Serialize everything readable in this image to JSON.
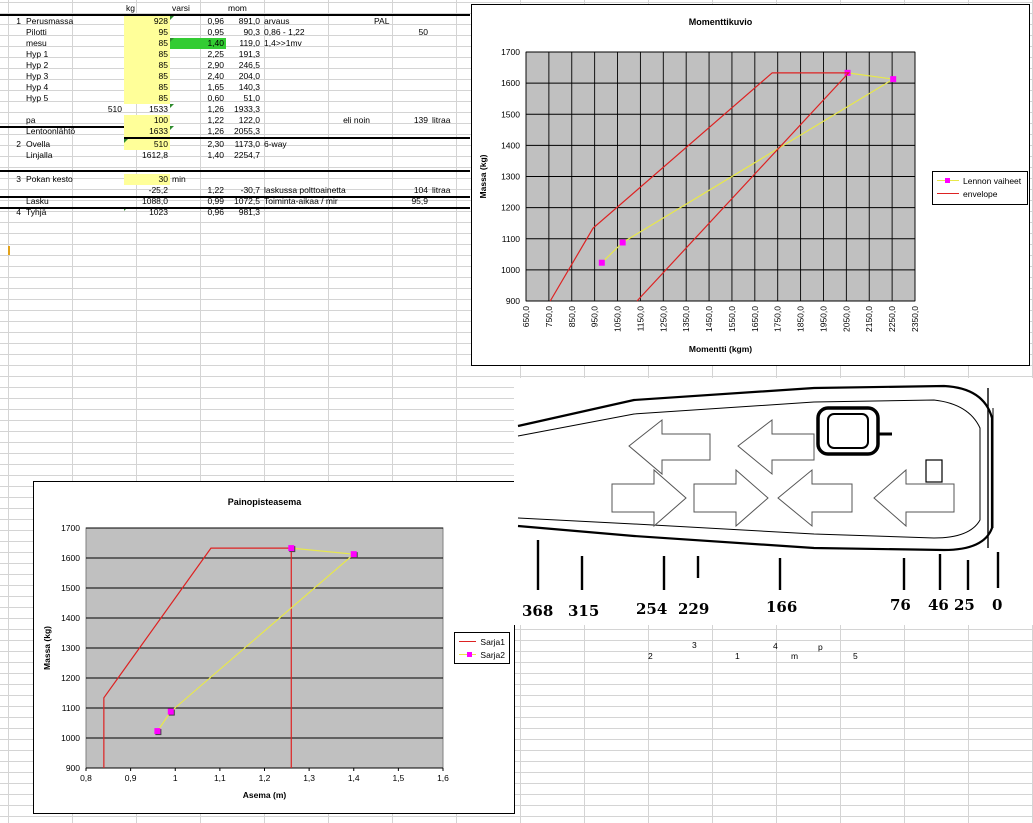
{
  "header": {
    "kg": "kg",
    "varsi": "varsi",
    "mom": "mom"
  },
  "rows": [
    {
      "num": "1",
      "label": "Perusmassa",
      "kg": "928",
      "varsi": "0,96",
      "mom": "891,0",
      "note": "arvaus",
      "note2": "PAL"
    },
    {
      "num": "",
      "label": "Pilotti",
      "kg": "95",
      "varsi": "0,95",
      "mom": "90,3",
      "note": "0,86 - 1,22",
      "note2": "50"
    },
    {
      "num": "",
      "label": "mesu",
      "kg": "85",
      "varsi": "1,40",
      "mom": "119,0",
      "note": "1,4>>1mv",
      "note2": ""
    },
    {
      "num": "",
      "label": "Hyp 1",
      "kg": "85",
      "varsi": "2,25",
      "mom": "191,3",
      "note": "",
      "note2": ""
    },
    {
      "num": "",
      "label": "Hyp 2",
      "kg": "85",
      "varsi": "2,90",
      "mom": "246,5",
      "note": "",
      "note2": ""
    },
    {
      "num": "",
      "label": "Hyp 3",
      "kg": "85",
      "varsi": "2,40",
      "mom": "204,0",
      "note": "",
      "note2": ""
    },
    {
      "num": "",
      "label": "Hyp 4",
      "kg": "85",
      "varsi": "1,65",
      "mom": "140,3",
      "note": "",
      "note2": ""
    },
    {
      "num": "",
      "label": "Hyp 5",
      "kg": "85",
      "varsi": "0,60",
      "mom": "51,0",
      "note": "",
      "note2": ""
    },
    {
      "num": "",
      "label": "510",
      "kg": "1533",
      "varsi": "1,26",
      "mom": "1933,3",
      "note": "",
      "note2": ""
    },
    {
      "num": "",
      "label": "pa",
      "kg": "100",
      "varsi": "1,22",
      "mom": "122,0",
      "note": "eli noin",
      "note2": "139",
      "note3": "litraa"
    },
    {
      "num": "",
      "label": "Lentoonlähtö",
      "kg": "1633",
      "varsi": "1,26",
      "mom": "2055,3",
      "note": "",
      "note2": ""
    },
    {
      "num": "2",
      "label": "Ovella",
      "kg": "510",
      "varsi": "2,30",
      "mom": "1173,0",
      "note": "6-way",
      "note2": ""
    },
    {
      "num": "",
      "label": "Linjalla",
      "kg": "1612,8",
      "varsi": "1,40",
      "mom": "2254,7",
      "note": "",
      "note2": ""
    },
    {
      "num": "3",
      "label": "Pokan kesto",
      "kg": "30",
      "varsi": "min",
      "mom": "",
      "note": "",
      "note2": ""
    },
    {
      "num": "",
      "label": "",
      "kg": "-25,2",
      "varsi": "1,22",
      "mom": "-30,7",
      "note": "laskussa polttoainetta",
      "note2": "104",
      "note3": "litraa"
    },
    {
      "num": "",
      "label": "Lasku",
      "kg": "1088,0",
      "varsi": "0,99",
      "mom": "1072,5",
      "note": "Toiminta-aikaa / mir",
      "note2": "95,9"
    },
    {
      "num": "4",
      "label": "Tyhjä",
      "kg": "1023",
      "varsi": "0,96",
      "mom": "981,3",
      "note": "",
      "note2": ""
    }
  ],
  "floating": {
    "a": "3",
    "b": "4",
    "c": "p",
    "d": "2",
    "e": "1",
    "f": "m",
    "g": "5"
  },
  "chart1": {
    "title": "Momenttikuvio",
    "xlabel": "Momentti (kgm)",
    "ylabel": "Massa (kg)",
    "legend": [
      "Lennon vaiheet",
      "envelope"
    ]
  },
  "chart2": {
    "title": "Painopisteasema",
    "xlabel": "Asema  (m)",
    "ylabel": "Massa (kg)",
    "legend": [
      "Sarja1",
      "Sarja2"
    ]
  },
  "plane": {
    "labels": [
      "368",
      "315",
      "254",
      "229",
      "166",
      "76",
      "46",
      "25",
      "0"
    ]
  },
  "colors": {
    "envelope": "#dd2222",
    "series": "#e8e84a",
    "marker": "#ff00ff",
    "plot_bg": "#c0c0c0",
    "highlight_yellow": "#ffff99",
    "highlight_green": "#33cc33"
  },
  "chart_data": [
    {
      "type": "line",
      "title": "Momenttikuvio",
      "xlabel": "Momentti (kgm)",
      "ylabel": "Massa (kg)",
      "xlim": [
        650,
        2350
      ],
      "ylim": [
        900,
        1700
      ],
      "xticks": [
        "650,0",
        "750,0",
        "850,0",
        "950,0",
        "1050,0",
        "1150,0",
        "1250,0",
        "1350,0",
        "1450,0",
        "1550,0",
        "1650,0",
        "1750,0",
        "1850,0",
        "1950,0",
        "2050,0",
        "2150,0",
        "2250,0",
        "2350,0"
      ],
      "yticks": [
        "900",
        "1000",
        "1100",
        "1200",
        "1300",
        "1400",
        "1500",
        "1600",
        "1700"
      ],
      "legend_position": "right",
      "series": [
        {
          "name": "Lennon vaiheet",
          "x": [
            981.3,
            1072.5,
            2254.7,
            2055.3
          ],
          "y": [
            1023,
            1088,
            1612.8,
            1633
          ],
          "marker": true
        },
        {
          "name": "envelope",
          "x": [
            756,
            943,
            1726,
            2060,
            1135
          ],
          "y": [
            900,
            1134,
            1633,
            1633,
            900
          ],
          "marker": false
        }
      ]
    },
    {
      "type": "scatter",
      "title": "Painopisteasema",
      "xlabel": "Asema  (m)",
      "ylabel": "Massa (kg)",
      "xlim": [
        0.8,
        1.6
      ],
      "ylim": [
        900,
        1700
      ],
      "xticks": [
        "0,8",
        "0,9",
        "1",
        "1,1",
        "1,2",
        "1,3",
        "1,4",
        "1,5",
        "1,6"
      ],
      "yticks": [
        "900",
        "1000",
        "1100",
        "1200",
        "1300",
        "1400",
        "1500",
        "1600",
        "1700"
      ],
      "legend_position": "right",
      "series": [
        {
          "name": "Sarja1",
          "x": [
            0.84,
            0.84,
            1.08,
            1.26,
            1.26
          ],
          "y": [
            900,
            1134,
            1633,
            1633,
            900
          ],
          "marker": false
        },
        {
          "name": "Sarja2",
          "x": [
            0.96,
            0.99,
            1.4,
            1.26
          ],
          "y": [
            1023,
            1088,
            1612.8,
            1633
          ],
          "marker": true
        }
      ]
    }
  ]
}
